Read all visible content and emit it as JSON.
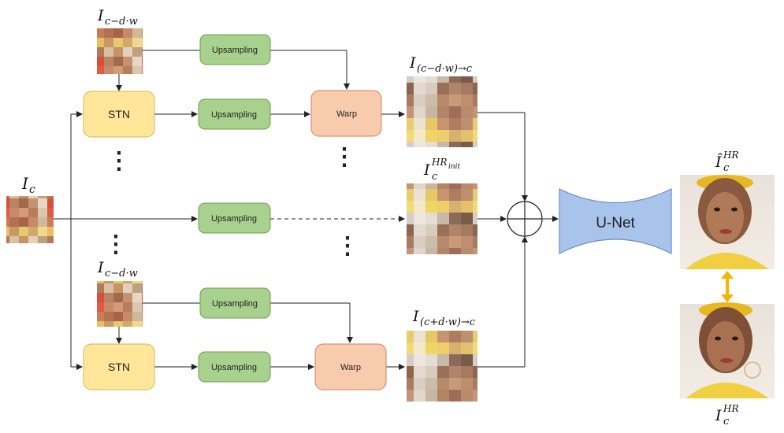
{
  "labels": {
    "input_center": "I",
    "input_center_sub": "c",
    "neighbor_top": "I",
    "neighbor_top_sub": "c−d·w",
    "neighbor_bottom": "I",
    "neighbor_bottom_sub": "c−d·w",
    "warped_top": "I",
    "warped_top_sub": "(c−d·w)→c",
    "warped_bottom": "I",
    "warped_bottom_sub": "(c+d·w)→c",
    "hr_init": "I",
    "hr_init_sub": "c",
    "hr_init_sup": "HR",
    "hr_init_sup_sub": "init",
    "output": "Î",
    "output_sub": "c",
    "output_sup": "HR",
    "gt": "I",
    "gt_sub": "c",
    "gt_sup": "HR"
  },
  "blocks": {
    "stn": "STN",
    "upsampling": "Upsampling",
    "warp": "Warp",
    "unet": "U-Net"
  },
  "colors": {
    "stn_fill": "#ffe699",
    "stn_stroke": "#d6b656",
    "up_fill": "#a9d18e",
    "up_stroke": "#6e9e4e",
    "warp_fill": "#f8cbad",
    "warp_stroke": "#c9836a",
    "unet_fill": "#a9c4eb",
    "unet_stroke": "#6c8ebf",
    "compare_arrow": "#f5b400"
  },
  "ellipsis": "⋮"
}
